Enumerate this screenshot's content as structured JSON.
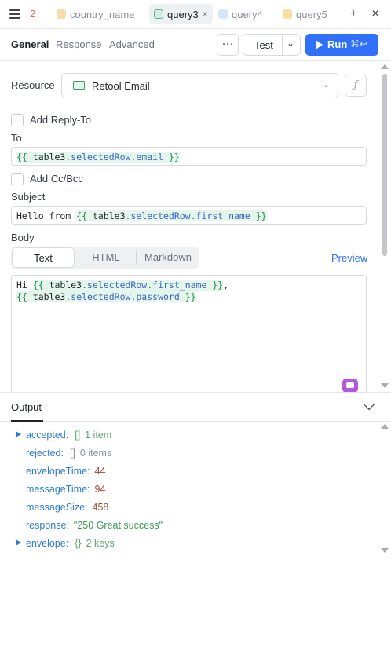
{
  "tabbar": {
    "count": "2",
    "tabs": [
      {
        "label": "country_name",
        "icon": "variable-icon",
        "color": "#f2c98a"
      },
      {
        "label": "query3",
        "icon": "email-icon",
        "color": "#5db48a",
        "active": true
      },
      {
        "label": "query4",
        "icon": "database-icon",
        "color": "#9cc3f0"
      },
      {
        "label": "query5",
        "icon": "js-icon",
        "color": "#f5cf7a"
      }
    ],
    "close_glyph": "×",
    "add_glyph": "+",
    "close_panel_glyph": "×"
  },
  "toolbar": {
    "tabs": [
      "General",
      "Response",
      "Advanced"
    ],
    "more_label": "···",
    "test_label": "Test",
    "run_label": "Run",
    "run_shortcut": "⌘↩"
  },
  "editor": {
    "resource_label": "Resource",
    "resource_value": "Retool Email",
    "fx_label": "ƒ",
    "reply_to_label": "Add Reply-To",
    "to_label": "To",
    "to_expr": {
      "open": "{{ ",
      "ref": "table3",
      "dot": ".",
      "prop1": "selectedRow",
      "dot2": ".",
      "prop2": "email",
      "close": " }}"
    },
    "cc_label": "Add Cc/Bcc",
    "subject_label": "Subject",
    "subject_prefix": "Hello from ",
    "subject_expr": {
      "open": "{{ ",
      "ref": "table3",
      "dot": ".",
      "prop1": "selectedRow",
      "dot2": ".",
      "prop2": "first_name",
      "close": " }}"
    },
    "body_label": "Body",
    "body_modes": [
      "Text",
      "HTML",
      "Markdown"
    ],
    "preview_label": "Preview",
    "body_line1_prefix": "Hi ",
    "body_line1_expr": {
      "open": "{{ ",
      "ref": "table3",
      "dot": ".",
      "prop1": "selectedRow",
      "dot2": ".",
      "prop2": "first_name",
      "close": " }}"
    },
    "body_line1_suffix": ",",
    "body_line2_expr": {
      "open": "{{ ",
      "ref": "table3",
      "dot": ".",
      "prop1": "selectedRow",
      "dot2": ".",
      "prop2": "password",
      "close": " }}"
    }
  },
  "output": {
    "title": "Output",
    "rows": [
      {
        "key": "accepted",
        "bracket": "[]",
        "summary": "1 item",
        "expandable": true
      },
      {
        "key": "rejected",
        "bracket": "[]",
        "summary": "0 items"
      },
      {
        "key": "envelopeTime",
        "number": "44"
      },
      {
        "key": "messageTime",
        "number": "94"
      },
      {
        "key": "messageSize",
        "number": "458"
      },
      {
        "key": "response",
        "string": "\"250 Great success\""
      },
      {
        "key": "envelope",
        "bracket": "{}",
        "summary": "2 keys",
        "expandable": true
      }
    ]
  }
}
